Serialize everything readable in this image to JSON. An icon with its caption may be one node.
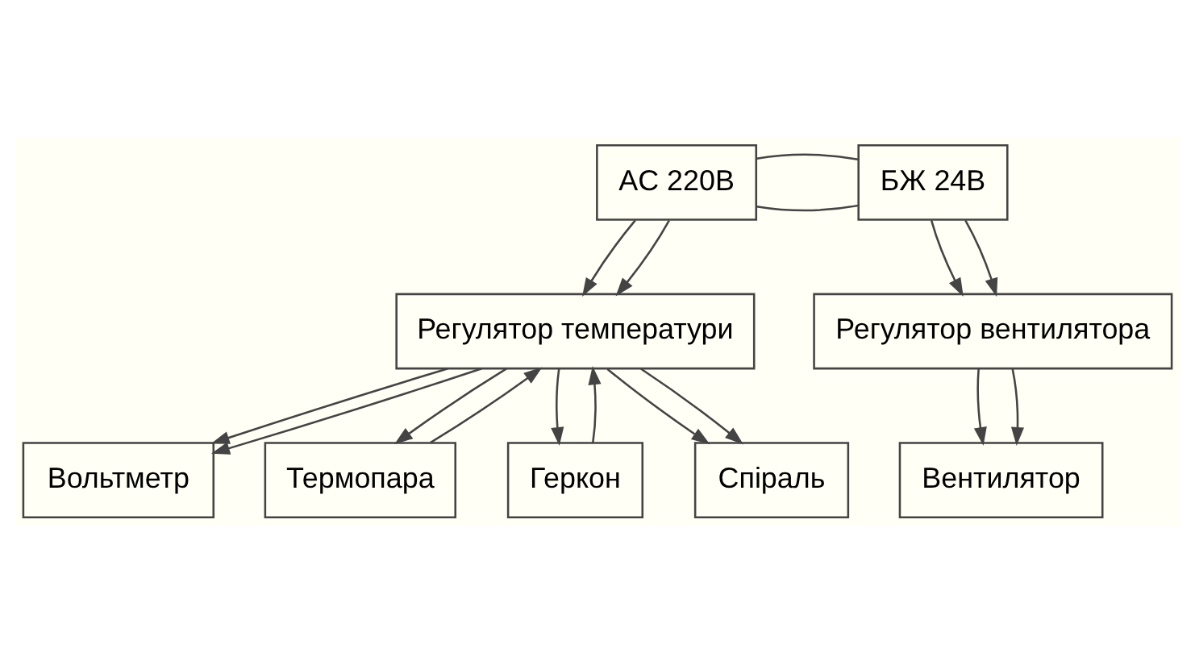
{
  "diagram": {
    "nodes": [
      {
        "text": [
          "AC 220В"
        ]
      },
      {
        "text": [
          "БЖ 24В"
        ]
      },
      {
        "text": [
          "Регулятор вентилятора"
        ]
      },
      {
        "text": [
          "Вентилятор"
        ]
      },
      {
        "text": [
          "Вольтметр"
        ]
      },
      {
        "text": [
          "Регулятор температури"
        ]
      },
      {
        "text": [
          "Термопара"
        ]
      },
      {
        "text": [
          "Геркон"
        ]
      },
      {
        "text": [
          "Спіраль"
        ]
      }
    ],
    "edges": [
      {
        "from": 0,
        "to": 1,
        "arrow": "none"
      },
      {
        "from": 0,
        "to": 1,
        "arrow": "none"
      },
      {
        "from": 0,
        "to": 5,
        "arrow": "to"
      },
      {
        "from": 0,
        "to": 5,
        "arrow": "to"
      },
      {
        "from": 1,
        "to": 2,
        "arrow": "to"
      },
      {
        "from": 1,
        "to": 2,
        "arrow": "to"
      },
      {
        "from": 2,
        "to": 3,
        "arrow": "to"
      },
      {
        "from": 2,
        "to": 3,
        "arrow": "to"
      },
      {
        "from": 5,
        "to": 4,
        "arrow": "to"
      },
      {
        "from": 5,
        "to": 4,
        "arrow": "to"
      },
      {
        "from": 6,
        "to": 5,
        "arrow": "to"
      },
      {
        "from": 5,
        "to": 6,
        "arrow": "to"
      },
      {
        "from": 5,
        "to": 7,
        "arrow": "to"
      },
      {
        "from": 7,
        "to": 5,
        "arrow": "to"
      },
      {
        "from": 5,
        "to": 8,
        "arrow": "to"
      },
      {
        "from": 5,
        "to": 8,
        "arrow": "to"
      }
    ]
  }
}
